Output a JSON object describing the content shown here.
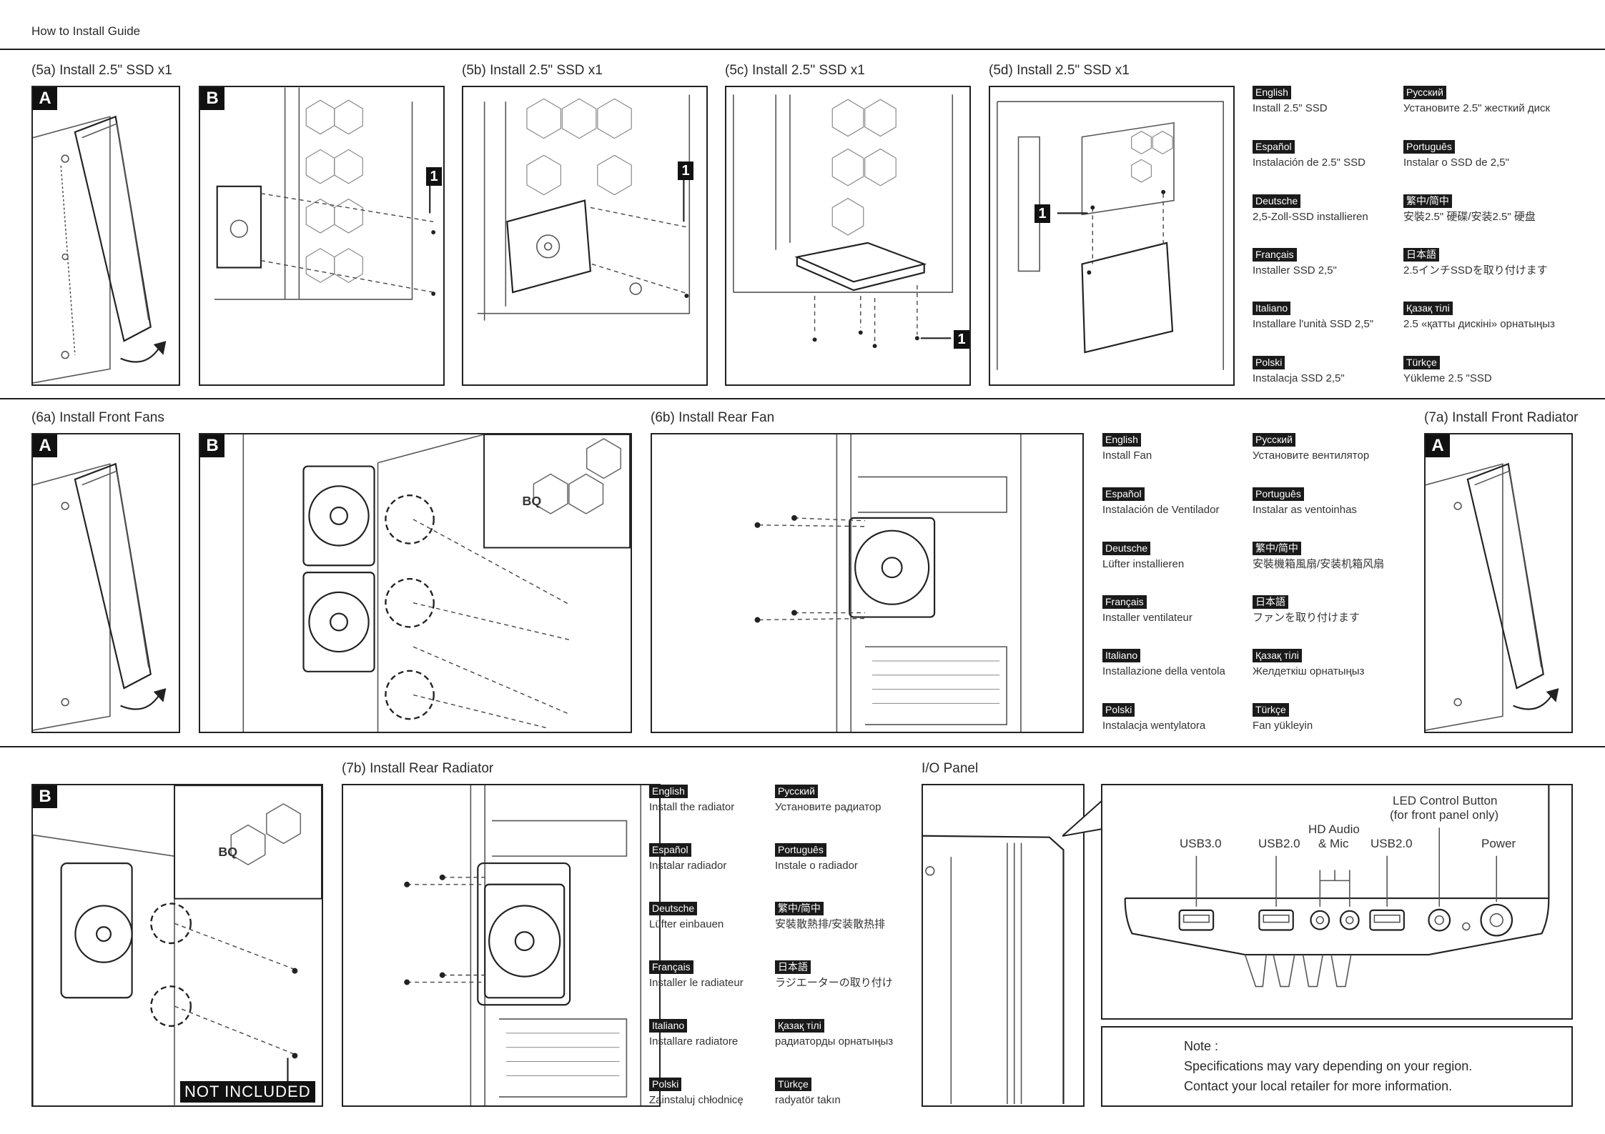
{
  "header": {
    "title": "How to Install Guide"
  },
  "sections": {
    "s5a": "(5a) Install 2.5\" SSD x1",
    "s5b": "(5b) Install 2.5\" SSD x1",
    "s5c": "(5c) Install 2.5\" SSD x1",
    "s5d": "(5d) Install 2.5\" SSD x1",
    "s6a": "(6a) Install Front Fans",
    "s6b": "(6b) Install Rear Fan",
    "s7a": "(7a) Install Front Radiator",
    "s7b": "(7b) Install Rear Radiator",
    "io": "I/O Panel"
  },
  "badges": {
    "a": "A",
    "b": "B"
  },
  "callout": "1",
  "not_included": "NOT INCLUDED",
  "lang_ssd": [
    {
      "name": "English",
      "text": "Install 2.5\" SSD"
    },
    {
      "name": "Русский",
      "text": "Установите 2.5\" жесткий диск"
    },
    {
      "name": "Español",
      "text": "Instalación de 2.5\" SSD"
    },
    {
      "name": "Português",
      "text": "Instalar o SSD de 2,5\""
    },
    {
      "name": "Deutsche",
      "text": "2,5-Zoll-SSD installieren"
    },
    {
      "name": "繁中/简中",
      "text": "安裝2.5\" 硬碟/安装2.5\" 硬盘"
    },
    {
      "name": "Français",
      "text": "Installer SSD 2,5\""
    },
    {
      "name": "日本語",
      "text": "2.5インチSSDを取り付けます"
    },
    {
      "name": "Italiano",
      "text": "Installare l'unità SSD 2,5\""
    },
    {
      "name": "Қазақ тілі",
      "text": "2.5 «қатты дискіні» орнатыңыз"
    },
    {
      "name": "Polski",
      "text": "Instalacja SSD 2,5\""
    },
    {
      "name": "Türkçe",
      "text": "Yükleme 2.5 \"SSD"
    }
  ],
  "lang_fan": [
    {
      "name": "English",
      "text": "Install Fan"
    },
    {
      "name": "Русский",
      "text": "Установите вентилятор"
    },
    {
      "name": "Español",
      "text": "Instalación de Ventilador"
    },
    {
      "name": "Português",
      "text": "Instalar as ventoinhas"
    },
    {
      "name": "Deutsche",
      "text": "Lüfter installieren"
    },
    {
      "name": "繁中/简中",
      "text": "安裝機箱風扇/安装机箱风扇"
    },
    {
      "name": "Français",
      "text": "Installer ventilateur"
    },
    {
      "name": "日本語",
      "text": "ファンを取り付けます"
    },
    {
      "name": "Italiano",
      "text": "Installazione della ventola"
    },
    {
      "name": "Қазақ тілі",
      "text": "Желдеткіш орнатыңыз"
    },
    {
      "name": "Polski",
      "text": "Instalacja wentylatora"
    },
    {
      "name": "Türkçe",
      "text": "Fan yükleyin"
    }
  ],
  "lang_rad": [
    {
      "name": "English",
      "text": "Install the radiator"
    },
    {
      "name": "Русский",
      "text": "Установите радиатор"
    },
    {
      "name": "Español",
      "text": "Instalar radiador"
    },
    {
      "name": "Português",
      "text": "Instale o radiador"
    },
    {
      "name": "Deutsche",
      "text": "Lüfter einbauen"
    },
    {
      "name": "繁中/简中",
      "text": "安裝散熱排/安装散热排"
    },
    {
      "name": "Français",
      "text": "Installer le radiateur"
    },
    {
      "name": "日本語",
      "text": "ラジエーターの取り付け"
    },
    {
      "name": "Italiano",
      "text": "Installare radiatore"
    },
    {
      "name": "Қазақ тілі",
      "text": "радиаторды орнатыңыз"
    },
    {
      "name": "Polski",
      "text": "Zainstaluj chłodnicę"
    },
    {
      "name": "Türkçe",
      "text": "radyatör takın"
    }
  ],
  "io_panel": {
    "usb30": "USB3.0",
    "usb20_left": "USB2.0",
    "hd_audio": "HD Audio",
    "mic": "& Mic",
    "usb20_right": "USB2.0",
    "led_button": "LED Control Button",
    "led_note": "(for front panel only)",
    "power": "Power"
  },
  "note": {
    "title": "Note :",
    "line1": "Specifications may vary depending on your region.",
    "line2": "Contact your local retailer for more information."
  }
}
